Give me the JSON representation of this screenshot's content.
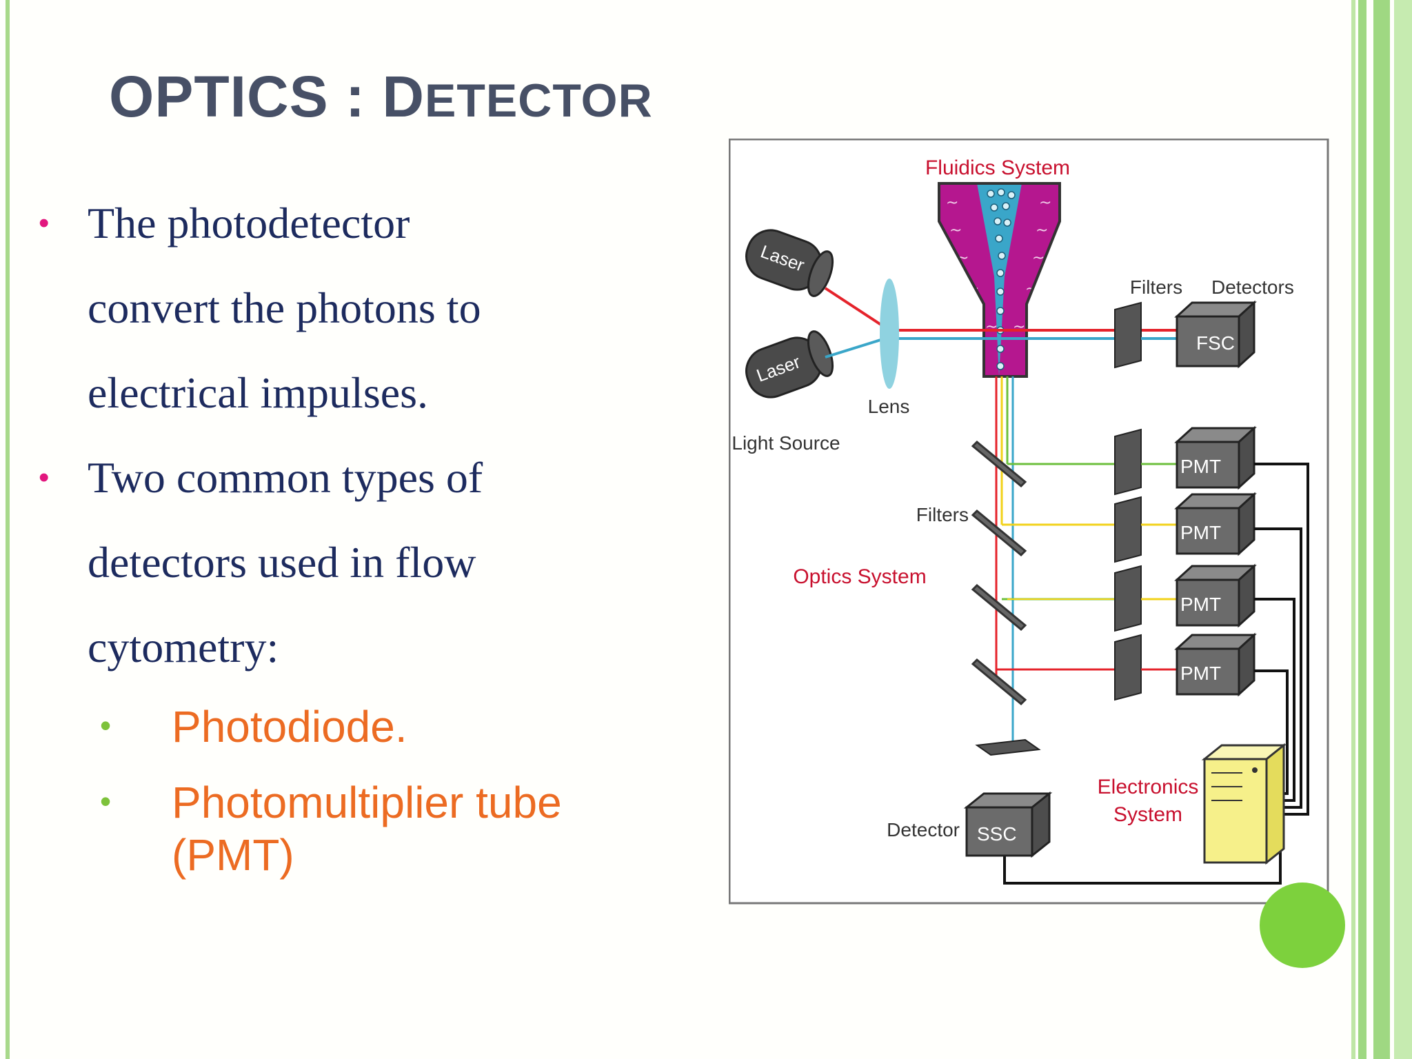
{
  "slide": {
    "title_main": "OPTICS : D",
    "title_rest": "ETECTOR",
    "bullets": [
      {
        "lines": [
          "The photodetector",
          "convert the photons  to",
          "electrical  impulses."
        ]
      },
      {
        "lines": [
          "Two common types  of",
          "detectors used in  flow",
          "cytometry:"
        ]
      }
    ],
    "sub_bullets": [
      "Photodiode.",
      "Photomultiplier tube (PMT)"
    ]
  },
  "diagram": {
    "fluidics_label": "Fluidics System",
    "laser_label": "Laser",
    "lens_label": "Lens",
    "light_source_label": "Light Source",
    "filters_top_label": "Filters",
    "detectors_label": "Detectors",
    "fsc_label": "FSC",
    "pmt_label": "PMT",
    "filters_mid_label": "Filters",
    "optics_label": "Optics System",
    "electronics_label_1": "Electronics",
    "electronics_label_2": "System",
    "detector_label": "Detector",
    "ssc_label": "SSC"
  },
  "colors": {
    "title": "#475066",
    "body_text": "#1d2b5e",
    "bullet_dot": "#e2177e",
    "sub_text": "#ec6b22",
    "sub_dot": "#7dc23a",
    "label_red": "#c8102e",
    "beam_red": "#e5232b",
    "beam_blue": "#3aa6c9",
    "beam_green": "#6cbf3c",
    "beam_yellow": "#f2d21a",
    "fluidics_magenta": "#b5178f",
    "electronics_yellow": "#f6f08a"
  }
}
